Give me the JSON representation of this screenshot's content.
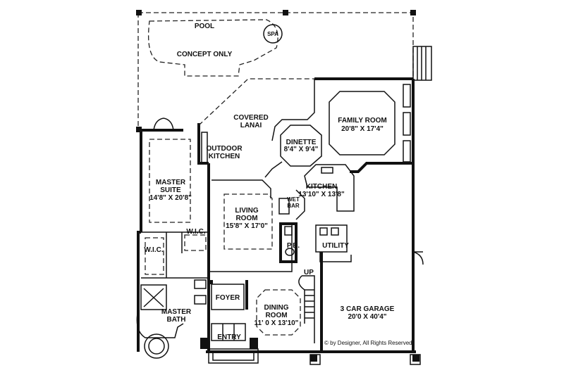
{
  "rooms": {
    "pool": "POOL",
    "spa": "SPA",
    "concept": "CONCEPT ONLY",
    "lanai_1": "COVERED",
    "lanai_2": "LANAI",
    "family_1": "FAMILY ROOM",
    "family_2": "20'8\" X 17'4\"",
    "dinette_1": "DINETTE",
    "dinette_2": "8'4\" X 9'4\"",
    "outdoor_1": "OUTDOOR",
    "outdoor_2": "KITCHEN",
    "kitchen_1": "KITCHEN",
    "kitchen_2": "13'10\" X 13'8\"",
    "suite_1": "MASTER",
    "suite_2": "SUITE",
    "suite_3": "14'8\" X 20'8\"",
    "living_1": "LIVING",
    "living_2": "ROOM",
    "living_3": "15'8\" X 17'0\"",
    "wet_1": "WET",
    "wet_2": "BAR",
    "wic_right": "W.I.C.",
    "wic_left": "W.I.C.",
    "pb": "P.B.",
    "utility": "UTILITY",
    "up": "UP",
    "foyer": "FOYER",
    "dining_1": "DINING",
    "dining_2": "ROOM",
    "dining_3": "11' 0 X 13'10\"",
    "bath_1": "MASTER",
    "bath_2": "BATH",
    "garage_1": "3 CAR GARAGE",
    "garage_2": "20'0 X 40'4\"",
    "entry": "ENTRY"
  },
  "copyright": "© by Designer, All Rights Reserved"
}
